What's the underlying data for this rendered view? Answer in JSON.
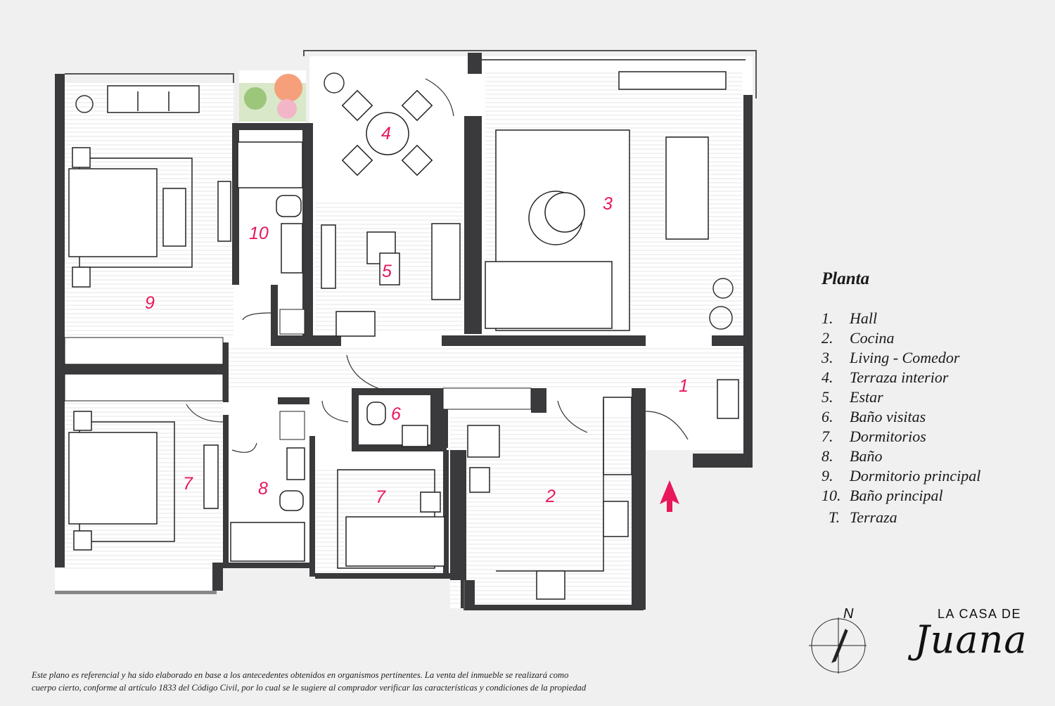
{
  "legend": {
    "title": "Planta",
    "items": [
      {
        "num": "1.",
        "label": "Hall"
      },
      {
        "num": "2.",
        "label": "Cocina"
      },
      {
        "num": "3.",
        "label": "Living - Comedor"
      },
      {
        "num": "4.",
        "label": "Terraza interior"
      },
      {
        "num": "5.",
        "label": "Estar"
      },
      {
        "num": "6.",
        "label": "Baño visitas"
      },
      {
        "num": "7.",
        "label": "Dormitorios"
      },
      {
        "num": "8.",
        "label": "Baño"
      },
      {
        "num": "9.",
        "label": "Dormitorio principal"
      },
      {
        "num": "10.",
        "label": "Baño principal"
      }
    ],
    "terrace": {
      "num": "T.",
      "label": "Terraza"
    }
  },
  "rooms": {
    "r1": "1",
    "r2": "2",
    "r3": "3",
    "r4": "4",
    "r5": "5",
    "r6": "6",
    "r7a": "7",
    "r7b": "7",
    "r8": "8",
    "r9": "9",
    "r10": "10"
  },
  "compass": {
    "letter": "N"
  },
  "brand": {
    "top": "LA CASA DE",
    "script": "Juana"
  },
  "disclaimer": {
    "line1": "Este plano es referencial y ha sido elaborado en base a los antecedentes obtenidos en organismos pertinentes.  La venta del inmueble se realizará como",
    "line2": "cuerpo cierto,  conforme al artículo 1833 del Código Civil, por lo cual se le sugiere al comprador verificar las características y condiciones de la propiedad"
  },
  "colors": {
    "wall": "#3a3a3c",
    "label": "#e8185a",
    "floor": "#ffffff",
    "background": "#f0f0f1"
  }
}
